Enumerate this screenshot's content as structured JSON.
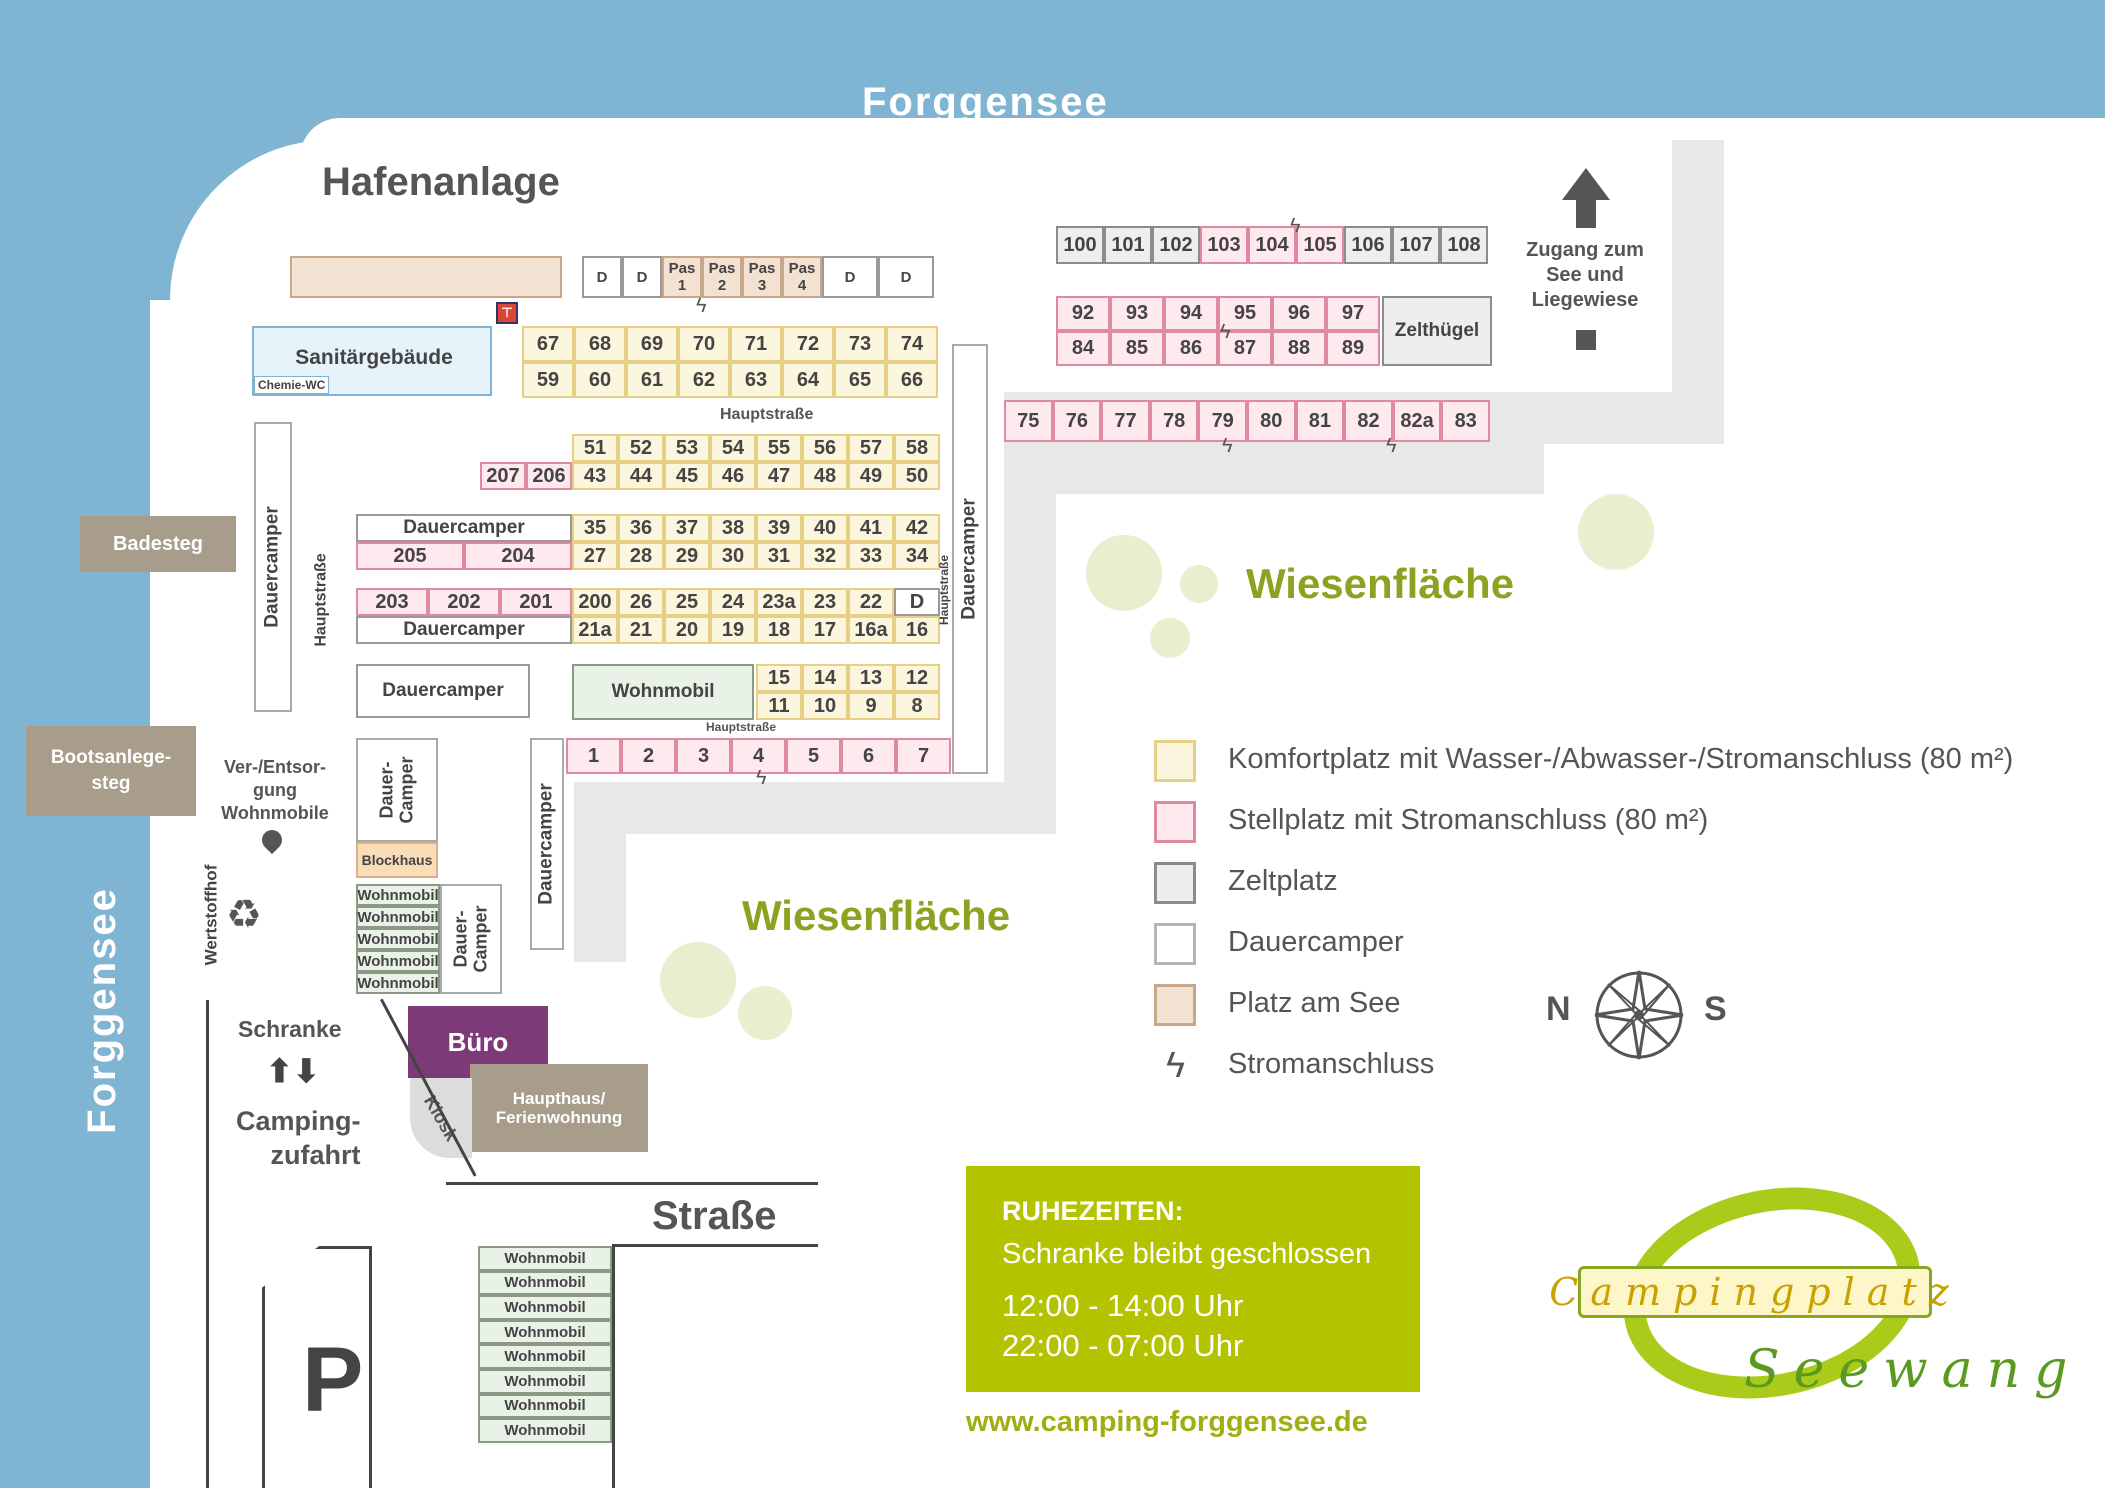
{
  "labels": {
    "lake_top": "Forggensee",
    "lake_left": "Forggensee",
    "harbor": "Hafenanlage",
    "sanitary": "Sanitärgebäude",
    "chem_wc": "Chemie-WC",
    "main_road_1": "Hauptstraße",
    "main_road_2": "Hauptstraße",
    "main_road_3": "Hauptstraße",
    "main_road_4": "Hauptstraße",
    "dauercamper": "Dauercamper",
    "dauer_camper": "Dauer-\nCamper",
    "wohnmobil": "Wohnmobil",
    "badesteg": "Badesteg",
    "bootsanlegesteg": "Bootsanlege-\nsteg",
    "disposal": "Ver-/Entsor-\ngung\nWohnmobile",
    "wertstoffhof": "Wertstoffhof",
    "blockhaus": "Blockhaus",
    "buero": "Büro",
    "kiosk": "Kiosk",
    "haupthaus": "Haupthaus/\nFerienwohnung",
    "schranke": "Schranke",
    "camping_zufahrt": "Camping-\nzufahrt",
    "strasse": "Straße",
    "parking": "P",
    "meadow_1": "Wiesenfläche",
    "meadow_2": "Wiesenfläche",
    "zelthuegel": "Zelthügel",
    "access": "Zugang zum\nSee und\nLiegewiese",
    "north": "N",
    "south": "S",
    "arrows_updown": "⬆⬇"
  },
  "legend": [
    {
      "text": "Komfortplatz mit Wasser-/Abwasser-/Stromanschluss (80 m²)",
      "color": "#fdf6de",
      "border": "#e8cf86"
    },
    {
      "text": "Stellplatz mit Stromanschluss (80 m²)",
      "color": "#fde9ee",
      "border": "#e08aa0"
    },
    {
      "text": "Zeltplatz",
      "color": "#eeeeee",
      "border": "#8c8c8c"
    },
    {
      "text": "Dauercamper",
      "color": "#ffffff",
      "border": "#b5b5b5"
    },
    {
      "text": "Platz am See",
      "color": "#f3e2d2",
      "border": "#c7a88a"
    },
    {
      "text": "Stromanschluss",
      "icon": "lightning-bolt-icon"
    }
  ],
  "quiet_hours": {
    "title": "RUHEZEITEN:",
    "line1": "Schranke bleibt geschlossen",
    "time1": "12:00 - 14:00 Uhr",
    "time2": "22:00 - 07:00 Uhr"
  },
  "website": "www.camping-forggensee.de",
  "logo": {
    "line1": "Campingplatz",
    "line2": "Seewang"
  },
  "rows": {
    "harbor_row": [
      "D",
      "D",
      "Pas\n1",
      "Pas\n2",
      "Pas\n3",
      "Pas\n4",
      "D",
      "D"
    ],
    "r67": [
      "67",
      "68",
      "69",
      "70",
      "71",
      "72",
      "73",
      "74"
    ],
    "r59": [
      "59",
      "60",
      "61",
      "62",
      "63",
      "64",
      "65",
      "66"
    ],
    "r51": [
      "51",
      "52",
      "53",
      "54",
      "55",
      "56",
      "57",
      "58"
    ],
    "r207": [
      "207",
      "206"
    ],
    "r43": [
      "43",
      "44",
      "45",
      "46",
      "47",
      "48",
      "49",
      "50"
    ],
    "r35": [
      "35",
      "36",
      "37",
      "38",
      "39",
      "40",
      "41",
      "42"
    ],
    "r205": [
      "205",
      "204"
    ],
    "r27": [
      "27",
      "28",
      "29",
      "30",
      "31",
      "32",
      "33",
      "34"
    ],
    "r203": [
      "203",
      "202",
      "201"
    ],
    "r200": [
      "200",
      "26",
      "25",
      "24",
      "23a",
      "23",
      "22",
      "D"
    ],
    "r21a": [
      "21a",
      "21",
      "20",
      "19",
      "18",
      "17",
      "16a",
      "16"
    ],
    "r15": [
      "15",
      "14",
      "13",
      "12"
    ],
    "r11": [
      "11",
      "10",
      "9",
      "8"
    ],
    "r1": [
      "1",
      "2",
      "3",
      "4",
      "5",
      "6",
      "7"
    ],
    "r100": [
      "100",
      "101",
      "102",
      "103",
      "104",
      "105",
      "106",
      "107",
      "108"
    ],
    "r92": [
      "92",
      "93",
      "94",
      "95",
      "96",
      "97"
    ],
    "r84": [
      "84",
      "85",
      "86",
      "87",
      "88",
      "89"
    ],
    "r75": [
      "75",
      "76",
      "77",
      "78",
      "79",
      "80",
      "81",
      "82",
      "82a",
      "83"
    ]
  },
  "colors": {
    "water": "#7fb5d2",
    "meadow_text": "#8ea222",
    "office": "#7c3b78",
    "main_house": "#a89c8a",
    "quiet_box": "#b3c300",
    "path": "#e8e8e8"
  }
}
